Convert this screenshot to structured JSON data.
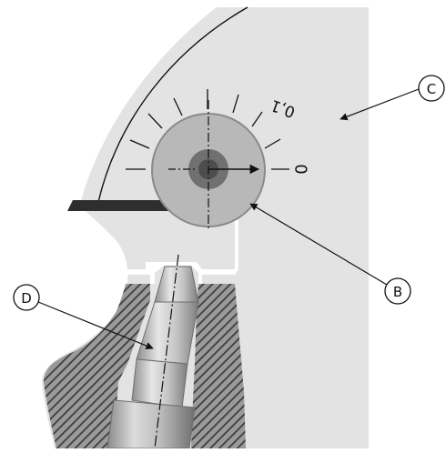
{
  "labels": {
    "a": "C",
    "b": "B",
    "c": "D"
  },
  "scale": {
    "zero_mark": "0",
    "tenth_mark": "0,1"
  },
  "colors": {
    "background": "#ffffff",
    "body_fill": "#e3e3e3",
    "line": "#111111",
    "hatch": "#3c3c3c",
    "hatch_bg": "#9a9a9a",
    "dial_fill": "#b8b8b8",
    "dial_edge": "#8a8a8a",
    "pivot_outer": "#707070",
    "pivot_inner": "#4d4d4d",
    "dark_bar": "#2e2e2e"
  }
}
